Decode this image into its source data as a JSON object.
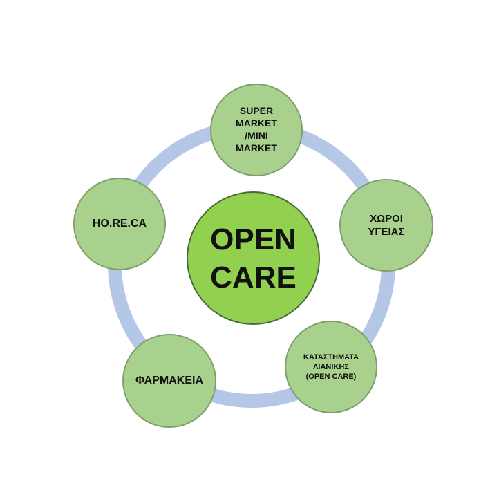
{
  "diagram": {
    "center": {
      "label": "OPEN\nCARE"
    },
    "nodes": [
      {
        "id": "super-market",
        "label": "SUPER\nMARKET\n/MINI\nMARKET"
      },
      {
        "id": "xoroi-ygeias",
        "label": "ΧΩΡΟΙ\nΥΓΕΙΑΣ"
      },
      {
        "id": "katastimata",
        "label": "ΚΑΤΑΣΤΗΜΑΤΑ\nΛΙΑΝΙΚΗΣ\n(OPEN CARE)"
      },
      {
        "id": "farmakeia",
        "label": "ΦΑΡΜΑΚΕΙΑ"
      },
      {
        "id": "horeca",
        "label": "HO.RE.CA"
      }
    ]
  },
  "colors": {
    "ring": "#b4c7e7",
    "node_fill": "#a9d18e",
    "center_fill": "#92d050",
    "text": "#111111"
  }
}
